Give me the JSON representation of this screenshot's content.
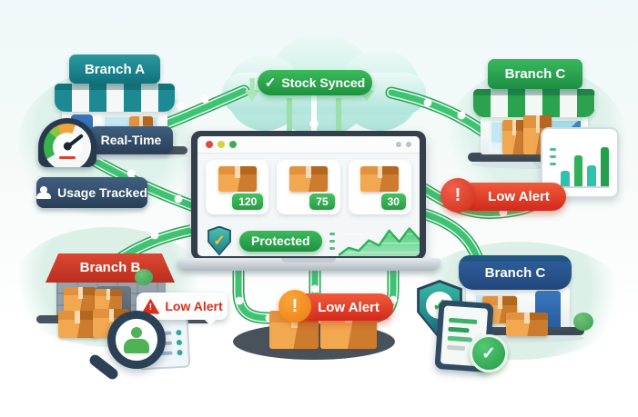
{
  "palette": {
    "path_green": "#3dc473",
    "path_green_dark": "#27a257",
    "badge_navy": "#31485f",
    "alert_red": "#e0392a",
    "alert_orange": "#f08c1e",
    "sign_teal": "#17828e",
    "sign_green": "#27a84c",
    "awning_navy": "#2b5590",
    "roof_red": "#cd3a27",
    "cloud_teal": "#b2e5db",
    "box_orange": "#e9993f",
    "count_green": "#35ab52"
  },
  "cloud": {
    "badge": "Stock Synced"
  },
  "branches": {
    "a": {
      "name": "Branch A"
    },
    "b": {
      "name": "Branch B"
    },
    "c_top": {
      "name": "Branch C"
    },
    "c_bottom": {
      "name": "Branch C"
    }
  },
  "badges": {
    "real_time": "Real-Time",
    "usage_tracked": "Usage Tracked",
    "protected": "Protected"
  },
  "alerts": {
    "right": "Low Alert",
    "branch_b": "Low Alert",
    "center": "Low Alert"
  },
  "laptop": {
    "window_dots": [
      "red",
      "yellow",
      "green"
    ],
    "cards": [
      {
        "count": "120"
      },
      {
        "count": "75"
      },
      {
        "count": "30"
      }
    ]
  },
  "charts": {
    "branch_c_bars": {
      "type": "bar",
      "values": [
        34,
        66,
        46,
        84
      ],
      "colors": [
        "#2ec2ac",
        "#2fb158",
        "#2ec2ac",
        "#23a04c"
      ]
    },
    "stock_trend": {
      "type": "area",
      "values": [
        10,
        30,
        22,
        50,
        36,
        76,
        46,
        82,
        52,
        68
      ],
      "color": "#3fbd68"
    }
  }
}
